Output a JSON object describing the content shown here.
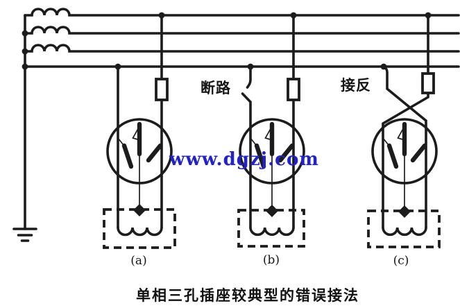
{
  "figure": {
    "background": "#ffffff",
    "ink_color": "#1c1c1c",
    "caption": "单相三孔插座较典型的错误接法",
    "watermark": {
      "text": "www.dgzj.com",
      "color": "#2222cc"
    },
    "annotations": {
      "break_label": "断路",
      "reversed_label": "接反"
    },
    "subfigures": [
      {
        "label": "(a)"
      },
      {
        "label": "(b)"
      },
      {
        "label": "(c)"
      }
    ]
  }
}
